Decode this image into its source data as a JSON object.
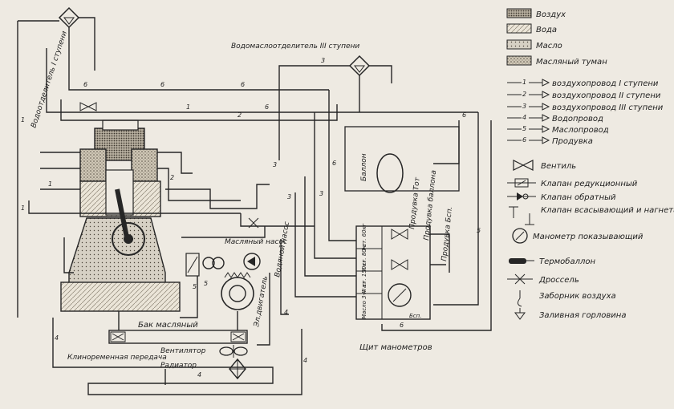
{
  "legend": {
    "items": [
      {
        "id": "air",
        "label": "Воздух"
      },
      {
        "id": "water",
        "label": "Вода"
      },
      {
        "id": "oil",
        "label": "Масло"
      },
      {
        "id": "oil_mist",
        "label": "Масляный туман"
      },
      {
        "id": "line1",
        "label": "воздухопровод I ступени"
      },
      {
        "id": "line2",
        "label": "воздухопровод II ступени"
      },
      {
        "id": "line3",
        "label": "воздухопровод III ступени"
      },
      {
        "id": "line4",
        "label": "Водопровод"
      },
      {
        "id": "line5",
        "label": "Маслопровод"
      },
      {
        "id": "line6",
        "label": "Продувка"
      },
      {
        "id": "valve",
        "label": "Вентиль"
      },
      {
        "id": "reducing",
        "label": "Клапан редукционный"
      },
      {
        "id": "check",
        "label": "Клапан обратный"
      },
      {
        "id": "suction",
        "label": "Клапан всасывающий и нагнетательный"
      },
      {
        "id": "gauge",
        "label": "Манометр показывающий"
      },
      {
        "id": "thermo",
        "label": "Термобаллон"
      },
      {
        "id": "throttle",
        "label": "Дроссель"
      },
      {
        "id": "intake",
        "label": "Заборник воздуха"
      },
      {
        "id": "filler",
        "label": "Заливная горловина"
      }
    ],
    "line_numbers": [
      "1",
      "2",
      "3",
      "4",
      "5",
      "6"
    ]
  },
  "diagram": {
    "labels": {
      "sep_stage1": "Водоотделитель I ступени",
      "sep_stage3": "Водомаслоотделитель III ступени",
      "balloon": "Баллон",
      "purge_top": "Продувка Тот",
      "purge_balloon": "Продувка баллона",
      "purge_ee": "Продувка Бсп.",
      "gauge_board": "Щит манометров",
      "oil_pump": "Масляный насос",
      "water_pump": "Водяной насос",
      "motor": "Эл.двигатель",
      "oil_tank": "Бак масляный",
      "fan": "Вентилятор",
      "radiator": "Радиатор",
      "belt": "Клиноременная передача",
      "g1": "I ст. 60кг",
      "g2": "II ст. 80кг",
      "g3": "III ст. 150кг",
      "g4": "Масло 3-4 ат",
      "g5": "Бсп."
    },
    "pipe_numbers": [
      "1",
      "2",
      "3",
      "4",
      "5",
      "6"
    ]
  }
}
